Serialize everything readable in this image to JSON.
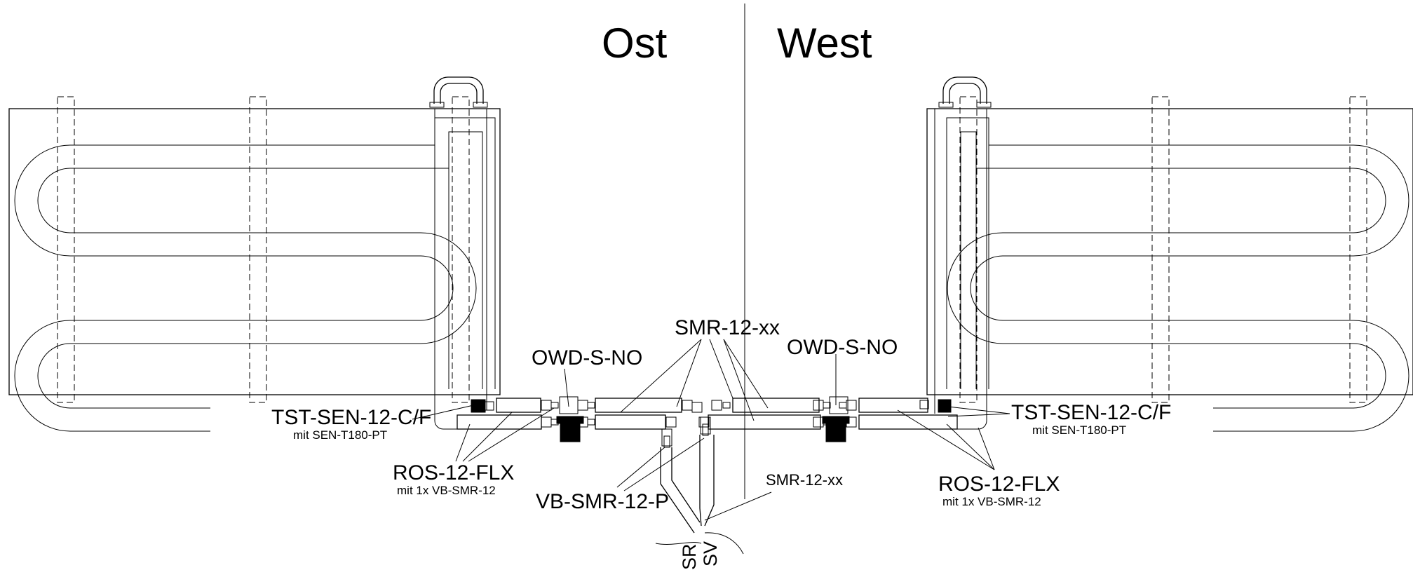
{
  "heading_left": "Ost",
  "heading_right": "West",
  "labels": {
    "smr_top": "SMR-12-xx",
    "owd_left": "OWD-S-NO",
    "owd_right": "OWD-S-NO",
    "tst_left": "TST-SEN-12-C/F",
    "tst_left_sub": "mit SEN-T180-PT",
    "tst_right": "TST-SEN-12-C/F",
    "tst_right_sub": "mit SEN-T180-PT",
    "ros_left": "ROS-12-FLX",
    "ros_left_sub": "mit 1x VB-SMR-12",
    "ros_right": "ROS-12-FLX",
    "ros_right_sub": "mit 1x VB-SMR-12",
    "vb": "VB-SMR-12-P",
    "smr_bottom": "SMR-12-xx",
    "sr": "SR",
    "sv": "SV"
  }
}
